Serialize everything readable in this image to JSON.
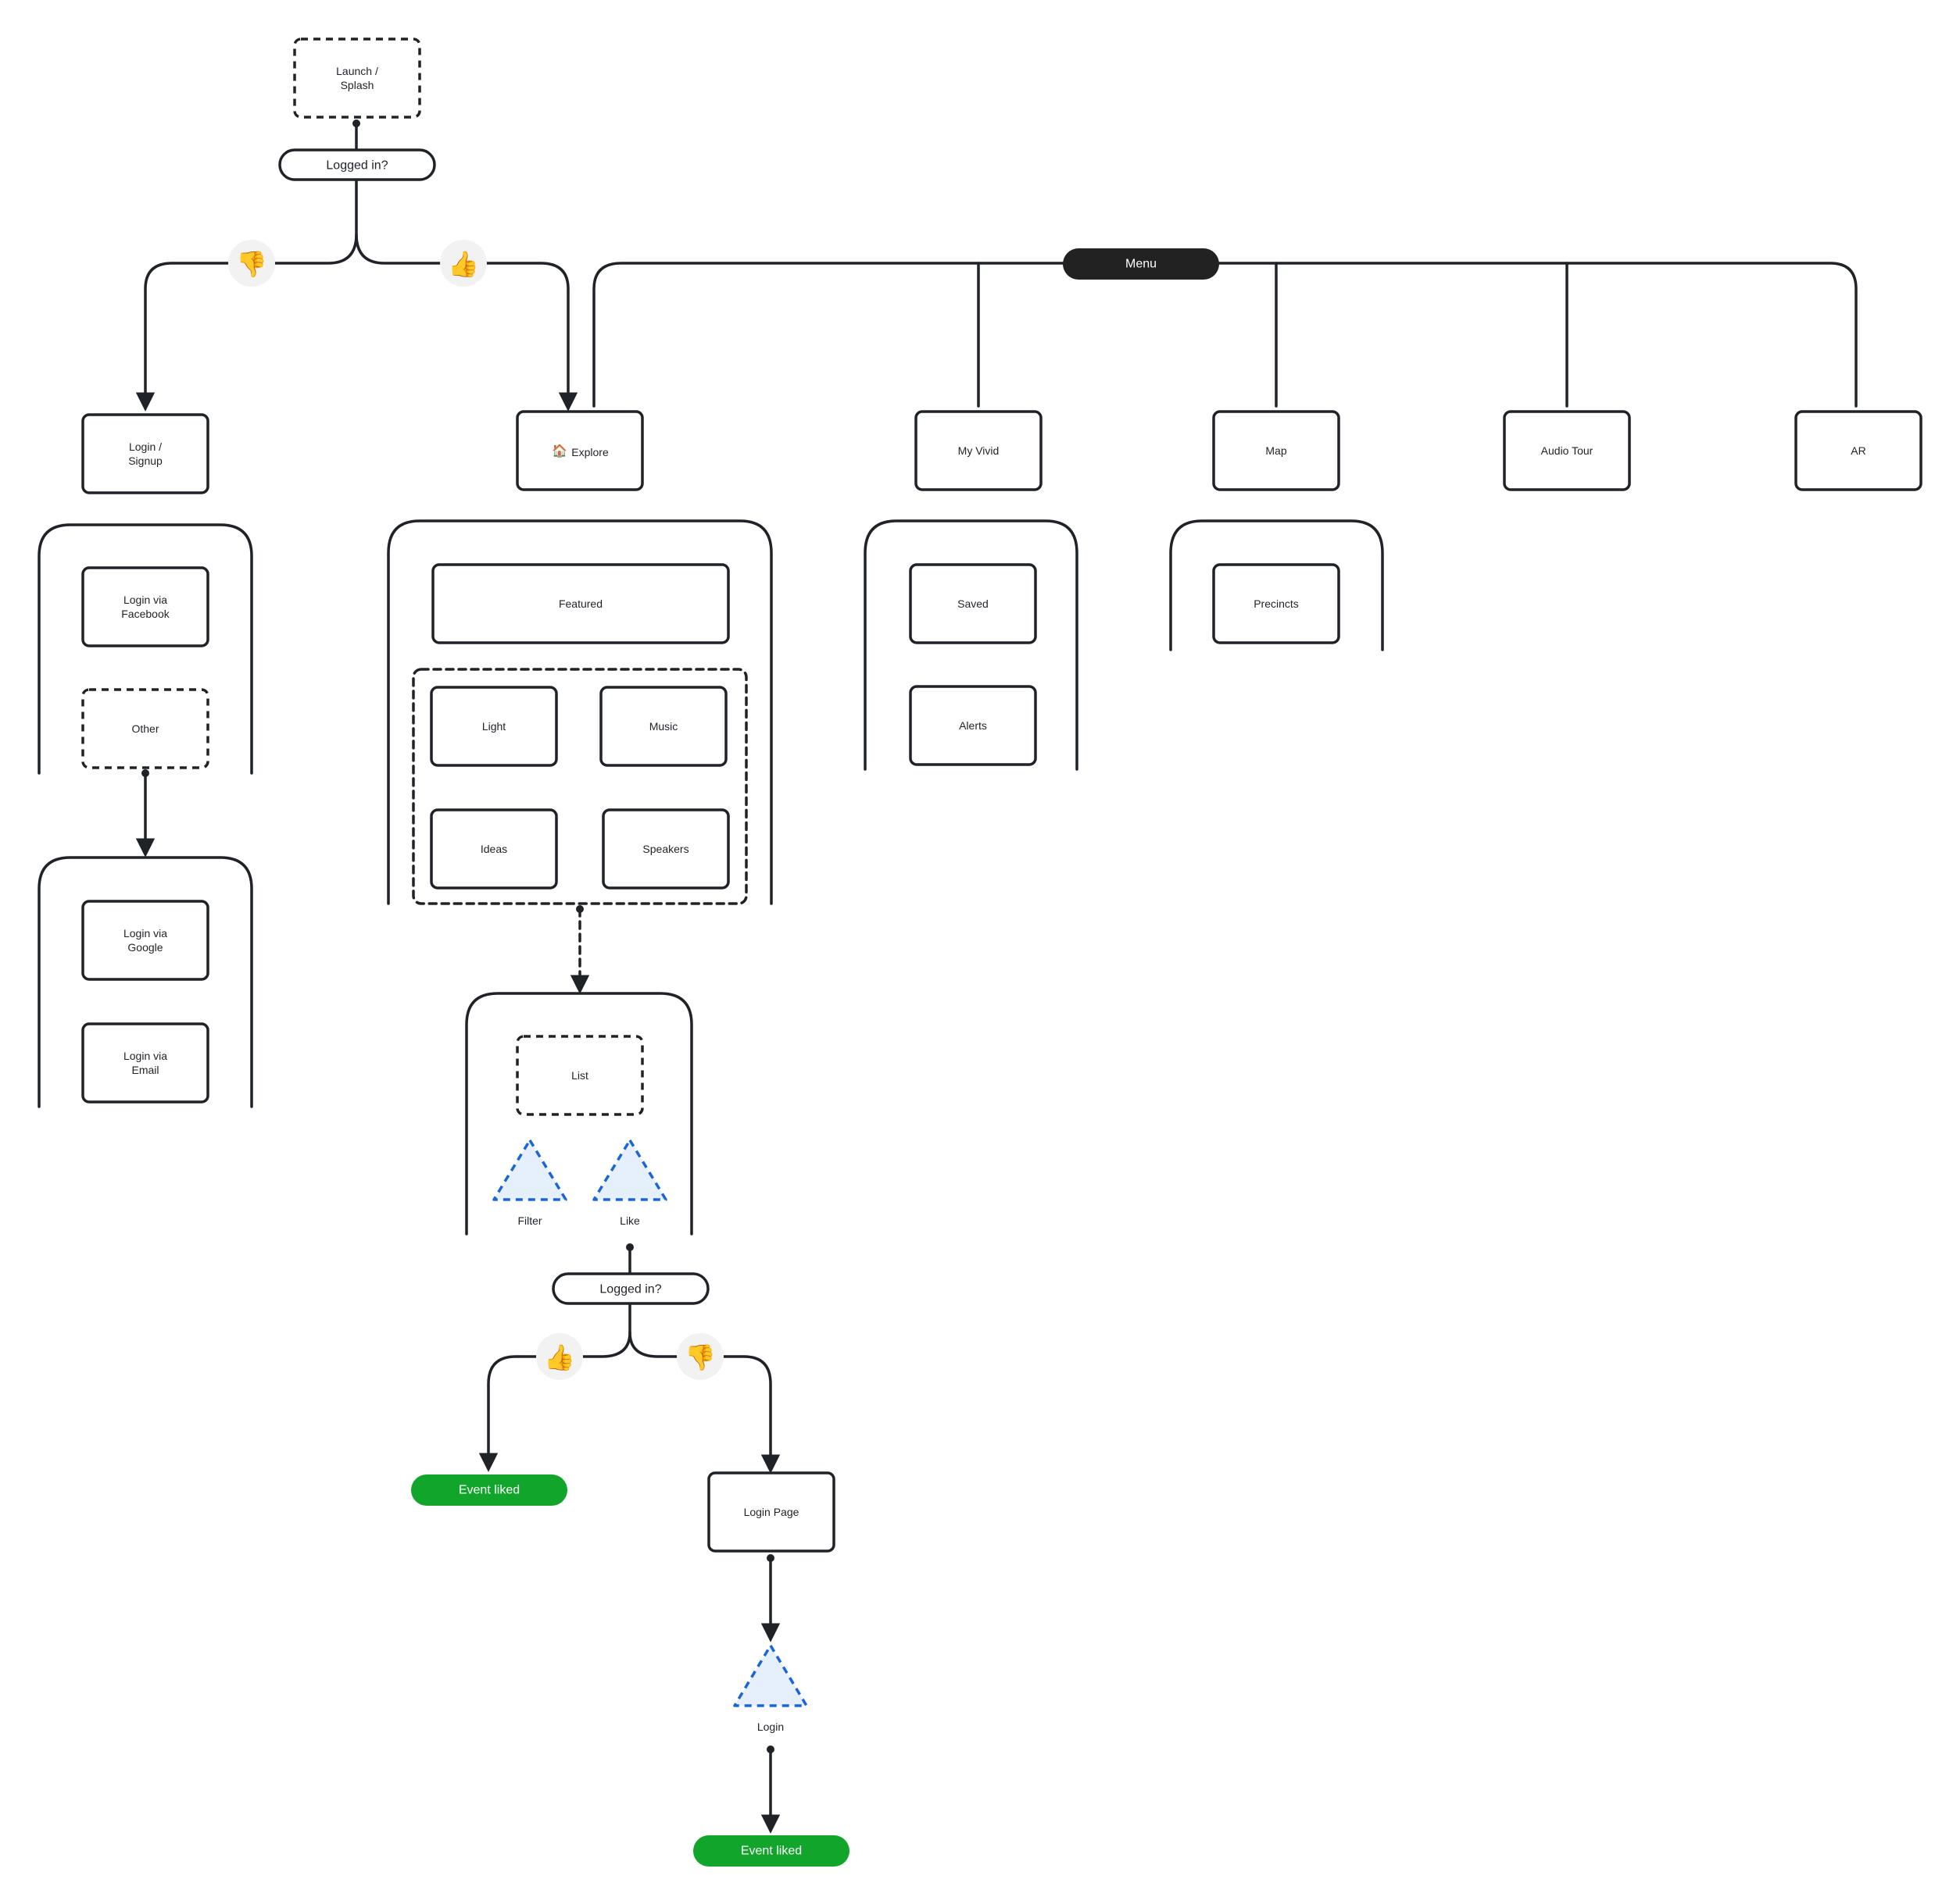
{
  "nodes": {
    "launch": "Launch / Splash",
    "login_signup": "Login / Signup",
    "explore": "Explore",
    "my_vivid": "My Vivid",
    "map": "Map",
    "audio_tour": "Audio Tour",
    "ar": "AR",
    "login_facebook": "Login via Facebook",
    "other": "Other",
    "login_google": "Login via Google",
    "login_email": "Login via Email",
    "featured": "Featured",
    "light": "Light",
    "music": "Music",
    "ideas": "Ideas",
    "speakers": "Speakers",
    "saved": "Saved",
    "alerts": "Alerts",
    "precincts": "Precincts",
    "list": "List",
    "login_page": "Login Page"
  },
  "decisions": {
    "logged_in_top": "Logged in?",
    "logged_in_bottom": "Logged in?"
  },
  "menu": {
    "label": "Menu"
  },
  "actions": {
    "filter": "Filter",
    "like": "Like",
    "login": "Login"
  },
  "outcomes": {
    "event_liked_left": "Event liked",
    "event_liked_bottom": "Event liked"
  },
  "emoji": {
    "thumbs_down": "👎",
    "thumbs_up": "👍",
    "house": "🏠"
  },
  "colors": {
    "stroke": "#1f2328",
    "menu_fill": "#222222",
    "outcome_green": "#11a62b",
    "action_blue": "#1a66d6",
    "action_fill": "#e6effc",
    "emoji_badge": "#f2f2f2"
  }
}
